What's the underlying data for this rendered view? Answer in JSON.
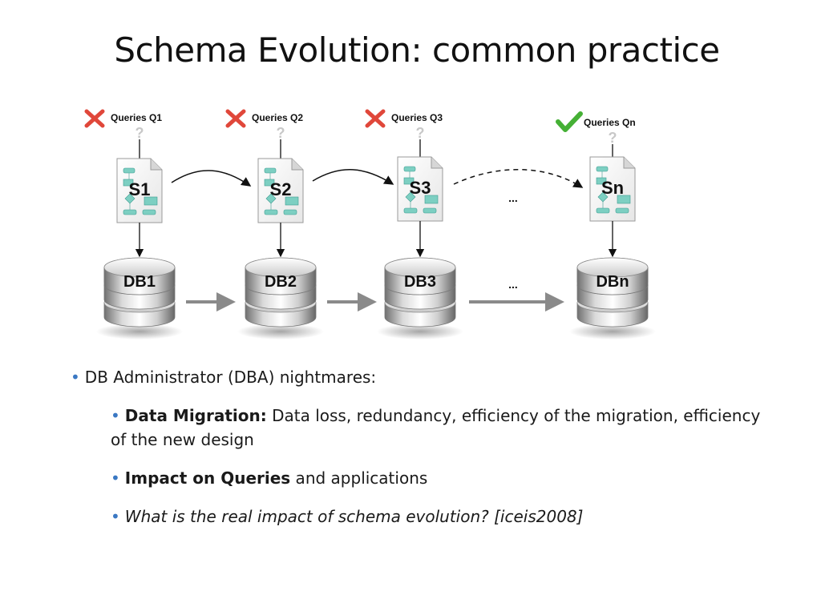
{
  "title": "Schema Evolution: common practice",
  "colors": {
    "bullet": "#3a78c3",
    "error": "#e0473a",
    "ok": "#45b035",
    "text": "#1a1a1a"
  },
  "diagram": {
    "stages": [
      {
        "query_label": "Queries Q1",
        "status": "error",
        "schema_label": "S1",
        "db_label": "DB1"
      },
      {
        "query_label": "Queries Q2",
        "status": "error",
        "schema_label": "S2",
        "db_label": "DB2"
      },
      {
        "query_label": "Queries Q3",
        "status": "error",
        "schema_label": "S3",
        "db_label": "DB3"
      },
      {
        "query_label": "Queries Qn",
        "status": "ok",
        "schema_label": "Sn",
        "db_label": "DBn"
      }
    ],
    "question_mark": "?",
    "ellipsis": "..."
  },
  "bullets": {
    "main": "DB Administrator (DBA) nightmares:",
    "sub": [
      {
        "bold": "Data Migration:",
        "text": " Data loss, redundancy, efficiency of the migration, efficiency of the new design"
      },
      {
        "bold": "Impact on Queries",
        "text": " and applications"
      },
      {
        "italic": "What is the real impact of schema evolution? [iceis2008]"
      }
    ],
    "marker": "•"
  }
}
